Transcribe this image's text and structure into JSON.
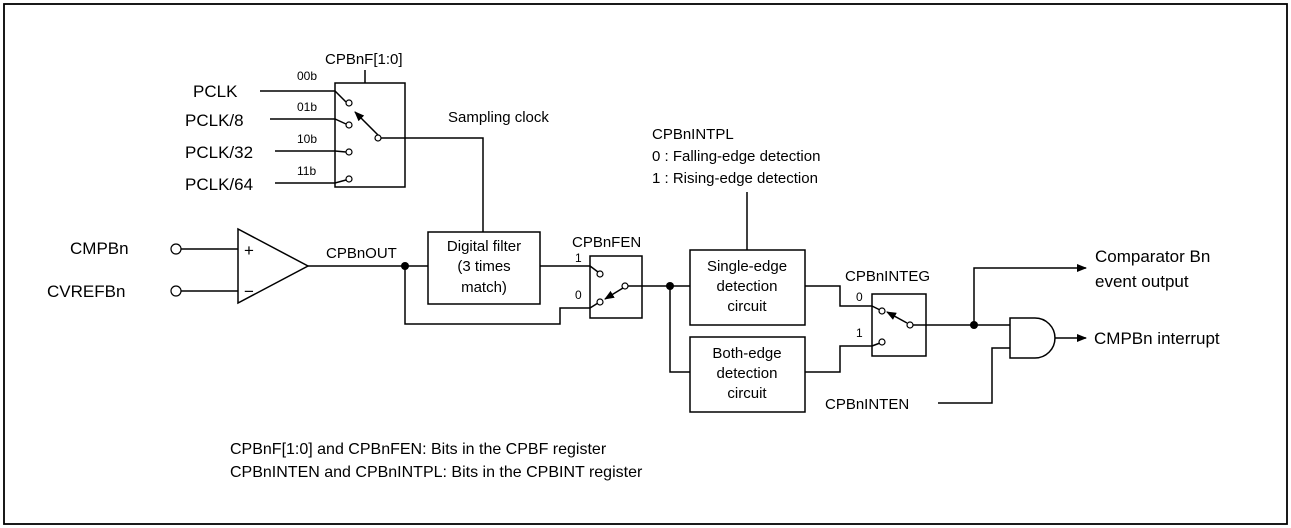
{
  "inputs": {
    "pclk": "PCLK",
    "pclk8": "PCLK/8",
    "pclk32": "PCLK/32",
    "pclk64": "PCLK/64",
    "cmpbn": "CMPBn",
    "cvrefbn": "CVREFBn",
    "cpbninten": "CPBnINTEN"
  },
  "selector": {
    "title": "CPBnF[1:0]",
    "codes": [
      "00b",
      "01b",
      "10b",
      "11b"
    ],
    "output_label": "Sampling clock"
  },
  "comparator": {
    "plus": "+",
    "minus": "−",
    "output_label": "CPBnOUT"
  },
  "filter": {
    "line1": "Digital filter",
    "line2": "(3 times",
    "line3": "match)"
  },
  "filter_switch": {
    "title": "CPBnFEN",
    "pos1": "1",
    "pos0": "0"
  },
  "intpl": {
    "title": "CPBnINTPL",
    "opt0": "0 : Falling-edge detection",
    "opt1": "1 : Rising-edge detection"
  },
  "single_edge": {
    "line1": "Single-edge",
    "line2": "detection",
    "line3": "circuit"
  },
  "both_edge": {
    "line1": "Both-edge",
    "line2": "detection",
    "line3": "circuit"
  },
  "integ_switch": {
    "title": "CPBnINTEG",
    "pos0": "0",
    "pos1": "1"
  },
  "outputs": {
    "event_line1": "Comparator Bn",
    "event_line2": "event output",
    "interrupt": "CMPBn interrupt"
  },
  "notes": {
    "line1": "CPBnF[1:0] and CPBnFEN: Bits in the CPBF register",
    "line2": "CPBnINTEN and CPBnINTPL: Bits in the CPBINT register"
  }
}
